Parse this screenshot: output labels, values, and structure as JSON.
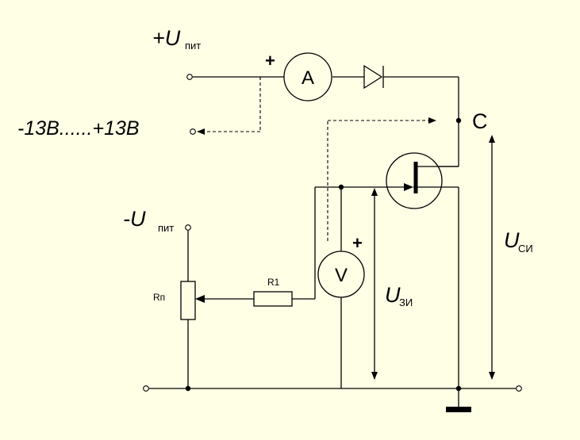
{
  "labels": {
    "supply_pos_main": "+U",
    "supply_pos_sub": "пит",
    "range": "-13В......+13В",
    "supply_neg_main": "-U",
    "supply_neg_sub": "пит",
    "ammeter": "A",
    "voltmeter": "V",
    "plus_a": "+",
    "plus_v": "+",
    "drain": "C",
    "rp": "Rп",
    "r1": "R1",
    "usi_main": "U",
    "usi_sub": "СИ",
    "uzi_main": "U",
    "uzi_sub": "ЗИ"
  }
}
